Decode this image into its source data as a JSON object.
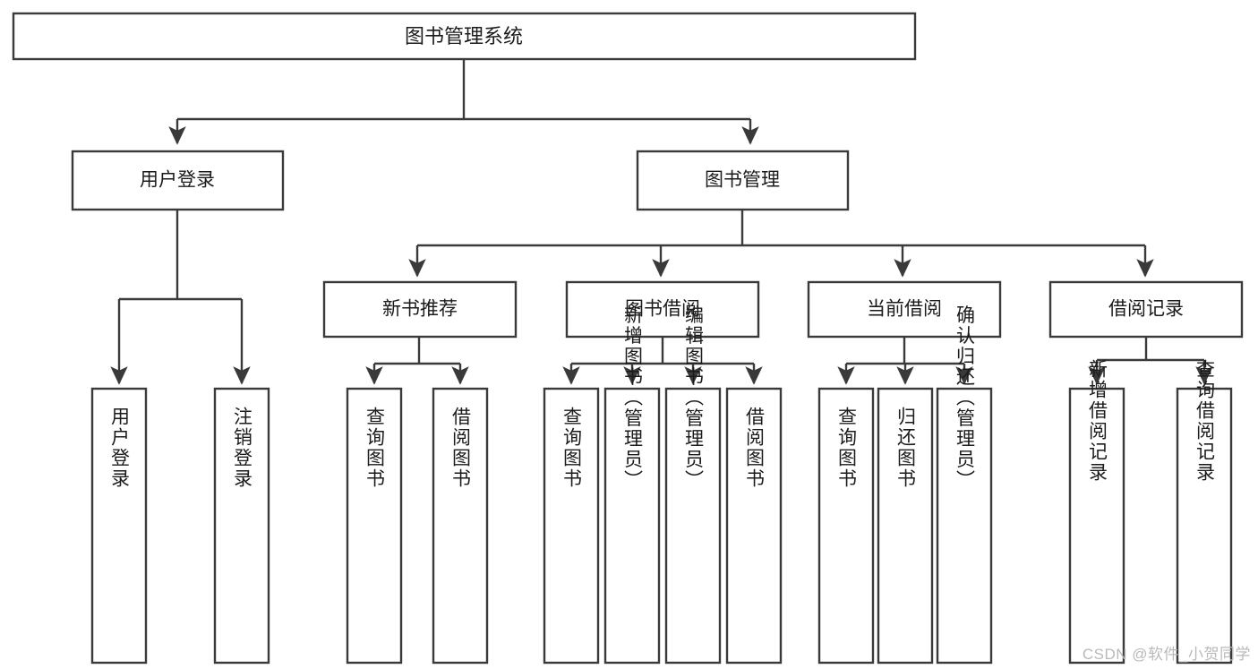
{
  "diagram": {
    "type": "tree-diagram",
    "title": "图书管理系统",
    "watermark": "CSDN @软件_小贺同学",
    "colors": {
      "stroke": "#3a3a3a",
      "fill": "#ffffff",
      "text": "#1b1b1b",
      "watermark": "#b9b9b9"
    },
    "root": {
      "label": "图书管理系统"
    },
    "level2": [
      {
        "label": "用户登录"
      },
      {
        "label": "图书管理"
      }
    ],
    "level3": [
      {
        "label": "新书推荐"
      },
      {
        "label": "图书借阅"
      },
      {
        "label": "当前借阅"
      },
      {
        "label": "借阅记录"
      }
    ],
    "leaves": {
      "user_login": [
        {
          "label": "用户登录"
        },
        {
          "label": "注销登录"
        }
      ],
      "new_book_recommend": [
        {
          "label": "查询图书"
        },
        {
          "label": "借阅图书"
        }
      ],
      "book_borrow": [
        {
          "label": "查询图书"
        },
        {
          "label": "新增图书（管理员）"
        },
        {
          "label": "编辑图书（管理员）"
        },
        {
          "label": "借阅图书"
        }
      ],
      "current_borrow": [
        {
          "label": "查询图书"
        },
        {
          "label": "归还图书"
        },
        {
          "label": "确认归还（管理员）"
        }
      ],
      "borrow_record": [
        {
          "label": "新增借阅记录"
        },
        {
          "label": "查询借阅记录"
        }
      ]
    }
  }
}
